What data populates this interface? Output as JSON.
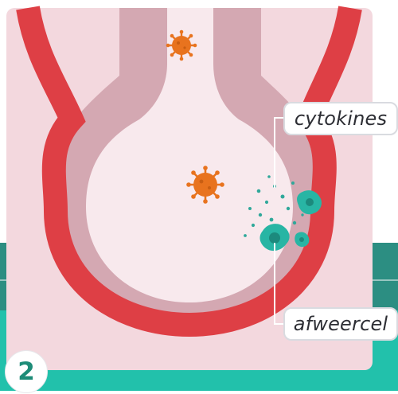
{
  "labels": {
    "cytokines": "cytokines",
    "immune_cell": "afweercel"
  },
  "step": {
    "number": "2"
  },
  "colors": {
    "band_dark": "#2c8e82",
    "band_light": "#22c1ab",
    "tissue_bg": "#f3d8de",
    "wall_pink": "#d4a8b2",
    "capillary_red": "#de3f45",
    "alveolus_interior": "#f8e9ed",
    "virus_orange": "#e8731e",
    "immune_teal": "#28b5a4",
    "cytokine_teal": "#30a89a",
    "label_text": "#2d2e34",
    "step_number": "#1e8c78"
  },
  "icons": {
    "virus": "virus-icon",
    "immune_cell": "immune-cell-icon"
  }
}
